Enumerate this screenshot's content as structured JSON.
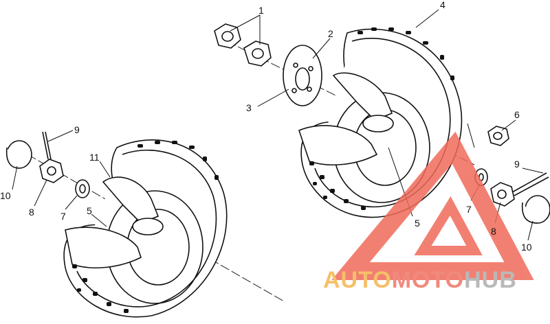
{
  "callouts": [
    {
      "id": "c1a",
      "text": "1"
    },
    {
      "id": "c2",
      "text": "2"
    },
    {
      "id": "c3",
      "text": "3"
    },
    {
      "id": "c4",
      "text": "4"
    },
    {
      "id": "c5r",
      "text": "5"
    },
    {
      "id": "c6",
      "text": "6"
    },
    {
      "id": "c7r",
      "text": "7"
    },
    {
      "id": "c8r",
      "text": "8"
    },
    {
      "id": "c9r",
      "text": "9"
    },
    {
      "id": "c10r",
      "text": "10"
    },
    {
      "id": "c9l",
      "text": "9"
    },
    {
      "id": "c10l",
      "text": "10"
    },
    {
      "id": "c8l",
      "text": "8"
    },
    {
      "id": "c7l",
      "text": "7"
    },
    {
      "id": "c11",
      "text": "11"
    },
    {
      "id": "c5l",
      "text": "5"
    }
  ],
  "watermark": {
    "part1": "AUTO",
    "part2": "MOTO",
    "part3": "HUB",
    "triangle_color": "#f06a5a",
    "text_colors": [
      "#f5c06a",
      "#f08a7e",
      "#b9b9b9"
    ]
  }
}
